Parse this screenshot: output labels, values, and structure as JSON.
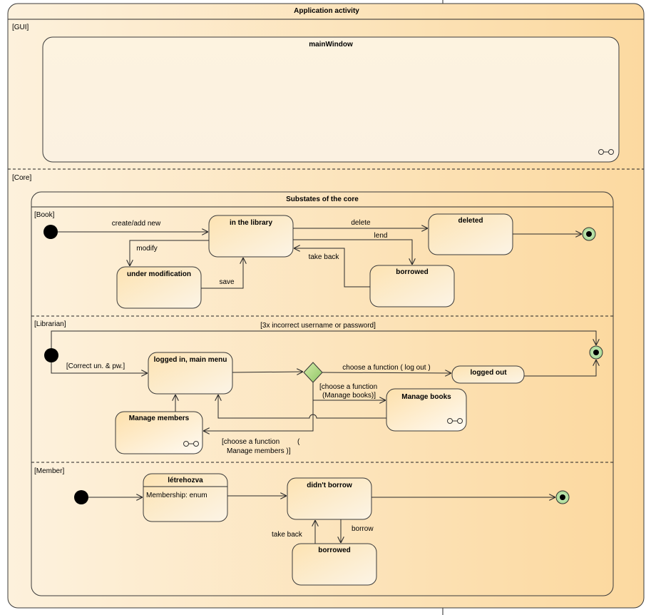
{
  "diagram": {
    "title": "Application activity",
    "regions": {
      "gui": "[GUI]",
      "core": "[Core]"
    },
    "main_window": {
      "title": "mainWindow"
    },
    "core_substates": {
      "title": "Substates of the core",
      "book": {
        "region": "[Book]",
        "states": {
          "in_library": "in the library",
          "deleted": "deleted",
          "under_modification": "under modification",
          "borrowed": "borrowed"
        },
        "transitions": {
          "create": "create/add new",
          "delete": "delete",
          "lend": "lend",
          "modify": "modify",
          "take_back": "take back",
          "save": "save"
        }
      },
      "librarian": {
        "region": "[Librarian]",
        "states": {
          "logged_in": "logged in, main menu",
          "logged_out": "logged out",
          "manage_books": "Manage books",
          "manage_members": "Manage members"
        },
        "transitions": {
          "incorrect": "[3x incorrect username or password]",
          "correct": "[Correct un. & pw.]",
          "choose_logout": "choose a function ( log out )",
          "choose_books_1": "[choose a function",
          "choose_books_2": "(Manage books)]",
          "choose_members_1": "[choose a function",
          "choose_members_paren": "(",
          "choose_members_2": "Manage members )]"
        }
      },
      "member": {
        "region": "[Member]",
        "states": {
          "created": "létrehozva",
          "created_attr": "Membership: enum",
          "didnt_borrow": "didn't borrow",
          "borrowed": "borrowed"
        },
        "transitions": {
          "borrow": "borrow",
          "take_back": "take back"
        }
      }
    }
  }
}
